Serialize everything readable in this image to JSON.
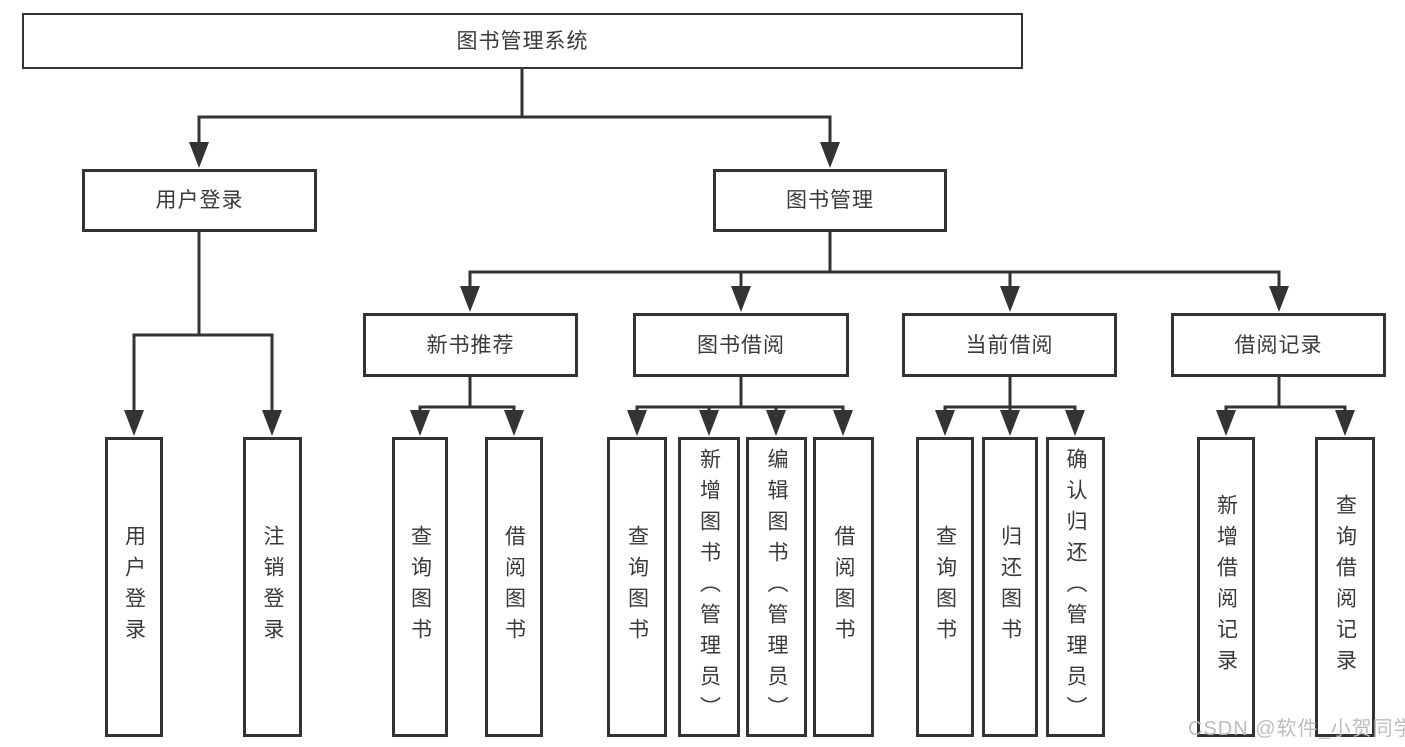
{
  "colors": {
    "background": "#ffffff",
    "line": "#333333",
    "text": "#3a3a3a",
    "watermark": "#b9b9b9"
  },
  "watermark": "CSDN @软件_小贺同学",
  "tree": {
    "root": {
      "label": "图书管理系统",
      "children": [
        {
          "label": "用户登录",
          "children": [
            {
              "label": "用户登录"
            },
            {
              "label": "注销登录"
            }
          ]
        },
        {
          "label": "图书管理",
          "children": [
            {
              "label": "新书推荐",
              "children": [
                {
                  "label": "查询图书"
                },
                {
                  "label": "借阅图书"
                }
              ]
            },
            {
              "label": "图书借阅",
              "children": [
                {
                  "label": "查询图书"
                },
                {
                  "label": "新增图书（管理员）"
                },
                {
                  "label": "编辑图书（管理员）"
                },
                {
                  "label": "借阅图书"
                }
              ]
            },
            {
              "label": "当前借阅",
              "children": [
                {
                  "label": "查询图书"
                },
                {
                  "label": "归还图书"
                },
                {
                  "label": "确认归还（管理员）"
                }
              ]
            },
            {
              "label": "借阅记录",
              "children": [
                {
                  "label": "新增借阅记录"
                },
                {
                  "label": "查询借阅记录"
                }
              ]
            }
          ]
        }
      ]
    }
  }
}
